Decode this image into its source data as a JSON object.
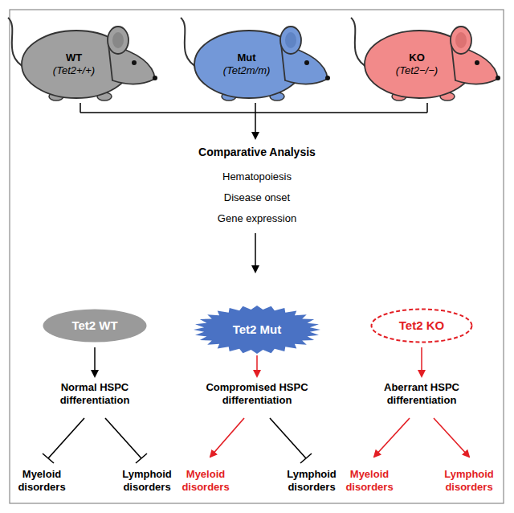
{
  "diagram": {
    "nodes": [
      {
        "text": [
          "WT",
          "(Tet2+/+)"
        ]
      },
      {
        "text": [
          "Mut",
          "(Tet2m/m)"
        ]
      },
      {
        "text": [
          "KO",
          "(Tet2−/−)"
        ]
      },
      {
        "text": [
          "Tet2 WT"
        ]
      },
      {
        "text": [
          "Tet2 Mut"
        ]
      },
      {
        "text": [
          "Tet2 KO"
        ]
      }
    ],
    "labels": [
      "Comparative Analysis",
      "Hematopoiesis",
      "Disease onset",
      "Gene expression",
      "Normal HSPC differentiation",
      "Compromised HSPC differentiation",
      "Aberrant HSPC differentiation",
      "Myeloid disorders",
      "Lymphoid disorders",
      "Myeloid disorders",
      "Lymphoid disorders",
      "Myeloid disorders",
      "Lymphoid disorders"
    ]
  }
}
